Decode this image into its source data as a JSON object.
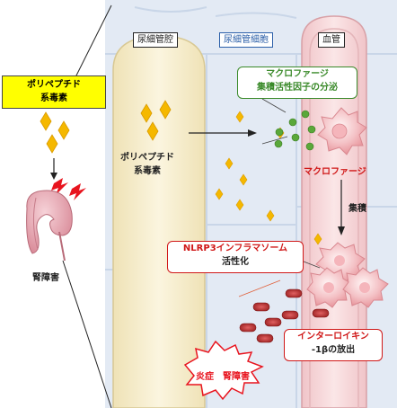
{
  "labels": {
    "toxin_box": "ポリペプチド\n系毒素",
    "kidney_damage": "腎障害",
    "lumen_title": "尿細管腔",
    "tubule_cell_title": "尿細管細胞",
    "vessel_title": "血管",
    "toxin_in_lumen": "ポリペプチド\n系毒素",
    "macrophage_secretion_line1": "マクロファージ",
    "macrophage_secretion_line2": "集積活性因子の分泌",
    "macrophage": "マクロファージ",
    "accumulation": "集積",
    "nlrp3_line1": "NLRP3インフラマソーム",
    "nlrp3_line2": "活性化",
    "il_line1": "インターロイキン",
    "il_line2": "-1βの放出",
    "inflammation": "炎症　腎障害"
  },
  "colors": {
    "toxin_box_fill": "#ffff00",
    "diamond": "#f5b800",
    "lightning": "#e8141e",
    "kidney": "#e8a9b4",
    "lumen": "#f7efcf",
    "tubule_cell": "#dde6f2",
    "vessel": "#f6d6d8",
    "macrophage": "#f0b4b8",
    "green_dot": "#5aa83a",
    "red_blood_cell": "#c23a3a",
    "burst_text": "#e8141e",
    "green_text": "#3a8a2a",
    "red_text": "#d01818"
  }
}
